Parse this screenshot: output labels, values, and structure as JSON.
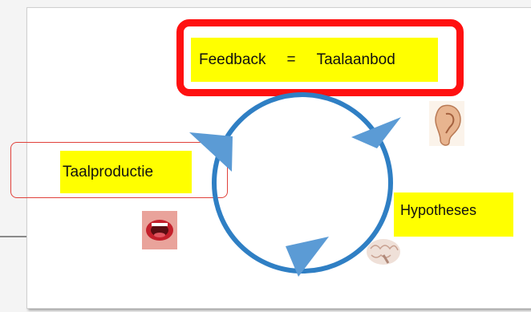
{
  "feedback": {
    "left": "Feedback",
    "eq": "=",
    "right": "Taalaanbod"
  },
  "production_label": "Taalproductie",
  "hypotheses_label": "Hypotheses",
  "colors": {
    "highlight": "#ffff00",
    "frame_red": "#ff1010",
    "cycle_blue": "#2f7fc4",
    "arrow_blue": "#5b9bd5"
  },
  "icons": [
    "ear-icon",
    "mouth-icon",
    "brain-icon"
  ]
}
